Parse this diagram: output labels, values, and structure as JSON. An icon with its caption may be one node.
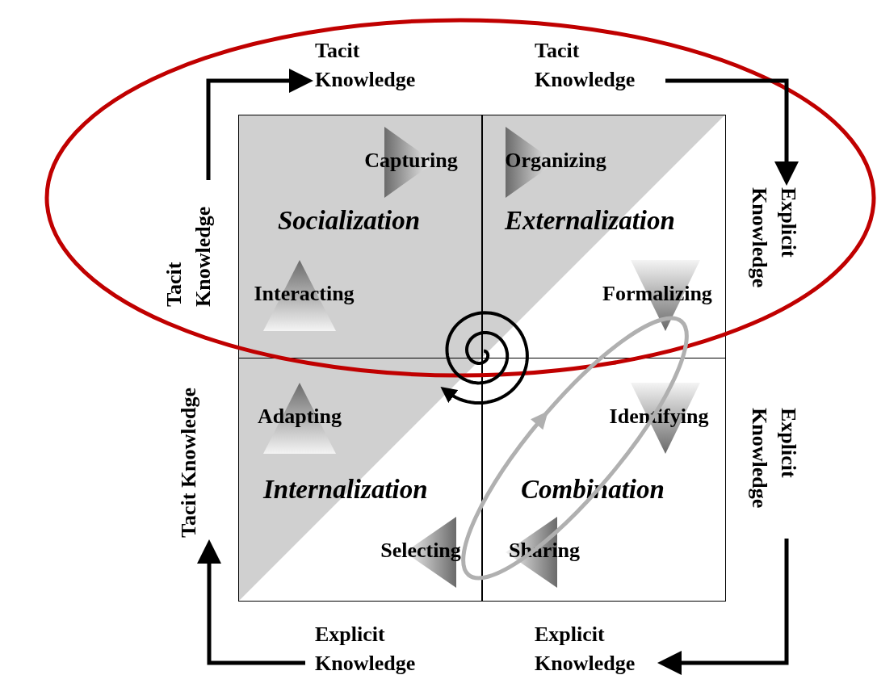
{
  "diagram": {
    "nodes": [
      {
        "text": [
          "Tacit Knowledge"
        ]
      },
      {
        "text": [
          "Tacit Knowledge"
        ]
      },
      {
        "text": [
          "Explicit Knowledge"
        ]
      },
      {
        "text": [
          "Explicit Knowledge"
        ]
      },
      {
        "text": [
          "Explicit Knowledge"
        ]
      },
      {
        "text": [
          "Explicit Knowledge"
        ]
      },
      {
        "text": [
          "Tacit Knowledge"
        ]
      },
      {
        "text": [
          "Tacit Knowledge"
        ]
      },
      {
        "text": [
          "Socialization"
        ]
      },
      {
        "text": [
          "Capturing"
        ],
        "in": 8
      },
      {
        "text": [
          "Interacting"
        ],
        "in": 8
      },
      {
        "text": [
          "Externalization"
        ]
      },
      {
        "text": [
          "Organizing"
        ],
        "in": 11
      },
      {
        "text": [
          "Formalizing"
        ],
        "in": 11
      },
      {
        "text": [
          "Internalization"
        ]
      },
      {
        "text": [
          "Adapting"
        ],
        "in": 14
      },
      {
        "text": [
          "Selecting"
        ],
        "in": 14
      },
      {
        "text": [
          "Combination"
        ]
      },
      {
        "text": [
          "Identifying"
        ],
        "in": 17
      },
      {
        "text": [
          "Sharing"
        ],
        "in": 17
      }
    ],
    "edges": [
      {
        "from": 7,
        "to": 0,
        "arrow": "to"
      },
      {
        "from": 1,
        "to": 2,
        "arrow": "to"
      },
      {
        "from": 3,
        "to": 4,
        "arrow": "to"
      },
      {
        "from": 5,
        "to": 6,
        "arrow": "to"
      }
    ]
  }
}
